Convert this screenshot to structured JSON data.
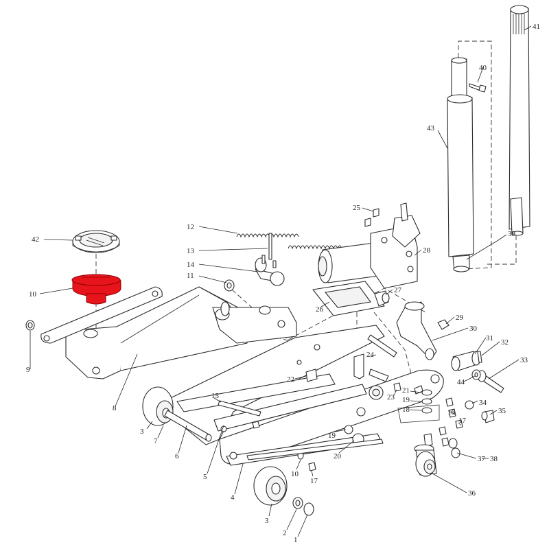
{
  "diagram": {
    "highlight_color": "#e8141c",
    "line_color": "#2a2a2a",
    "callouts": {
      "c1": "1",
      "c2": "2",
      "c3a": "3",
      "c3b": "3",
      "c4": "4",
      "c5": "5",
      "c6": "6",
      "c7": "7",
      "c8": "8",
      "c9": "9",
      "c10": "10",
      "c10b": "10",
      "c11": "11",
      "c12": "12",
      "c13": "13",
      "c14": "14",
      "c15": "15",
      "c16": "16",
      "c17a": "17",
      "c17b": "17",
      "c18": "18",
      "c19a": "19",
      "c19b": "19",
      "c20": "20",
      "c21": "21",
      "c22": "22",
      "c23": "23",
      "c24": "24",
      "c25": "25",
      "c26": "26",
      "c27": "27",
      "c28": "28",
      "c29": "29",
      "c30": "30",
      "c31": "31",
      "c32": "32",
      "c33": "33",
      "c34": "34",
      "c35": "35",
      "c36": "36",
      "c37": "37",
      "c38": "38",
      "c39": "39",
      "c40": "40",
      "c41": "41",
      "c42": "42",
      "c43": "43",
      "c44": "44"
    }
  }
}
